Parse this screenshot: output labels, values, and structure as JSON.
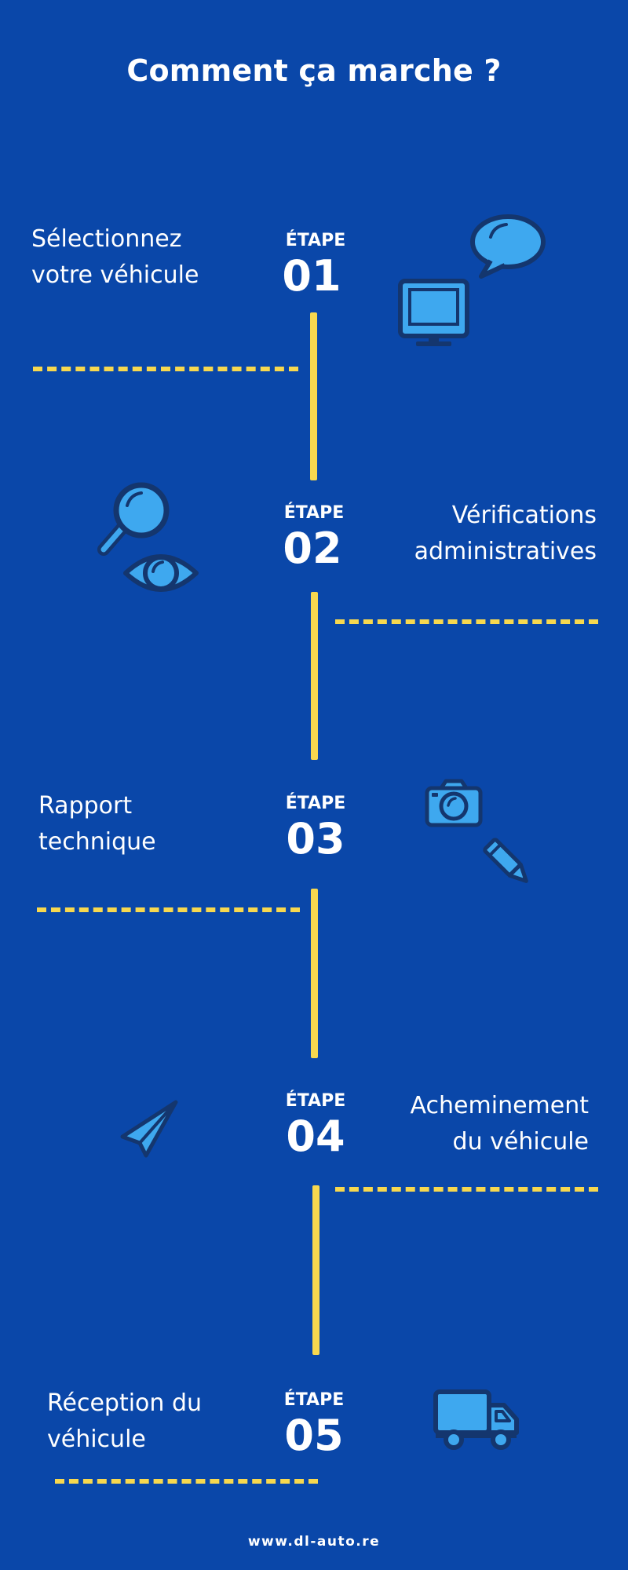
{
  "title": "Comment ça marche ?",
  "steps": [
    {
      "word": "ÉTAPE",
      "number": "01",
      "label": "Sélectionnez\nvotre véhicule",
      "icons": [
        "speech-bubble-icon",
        "computer-monitor-icon"
      ]
    },
    {
      "word": "ÉTAPE",
      "number": "02",
      "label": "Vérifications\nadministratives",
      "icons": [
        "magnifying-glass-icon",
        "eye-icon"
      ]
    },
    {
      "word": "ÉTAPE",
      "number": "03",
      "label": "Rapport\ntechnique",
      "icons": [
        "camera-icon",
        "pencil-icon"
      ]
    },
    {
      "word": "ÉTAPE",
      "number": "04",
      "label": "Acheminement\ndu véhicule",
      "icons": [
        "paper-plane-icon"
      ]
    },
    {
      "word": "ÉTAPE",
      "number": "05",
      "label": "Réception du\nvéhicule",
      "icons": [
        "delivery-truck-icon"
      ]
    }
  ],
  "footer": "www.dl-auto.re",
  "colors": {
    "background": "#0a47a9",
    "accent": "#f7d84f",
    "icon_fill": "#3ea8ef",
    "icon_outline": "#14366e",
    "text": "#ffffff"
  }
}
